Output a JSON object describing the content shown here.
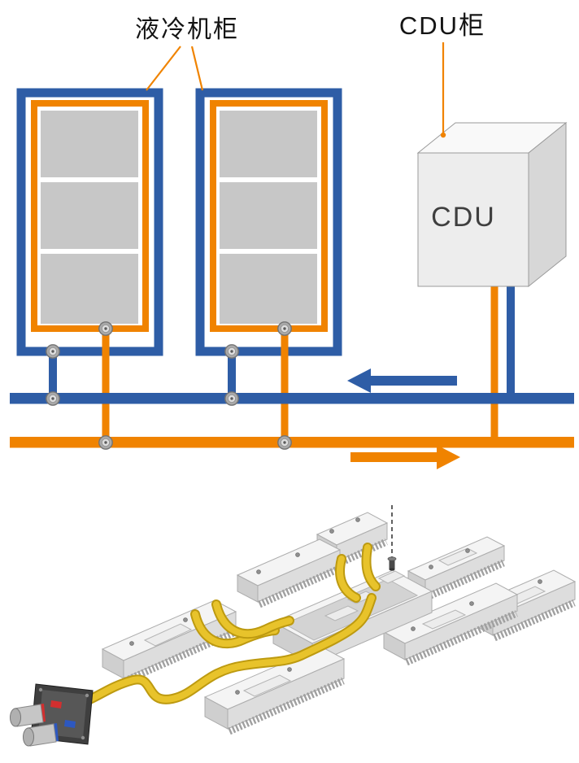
{
  "labels": {
    "liquid_cooling_cabinet": "液冷机柜",
    "cdu_cabinet": "CDU柜",
    "cdu_box": "CDU"
  },
  "flow": {
    "supply_arrow_direction": "left",
    "return_arrow_direction": "right"
  },
  "counts": {
    "liquid_cooled_cabinets": 2,
    "pipe_valves": 8,
    "server_modules": 8,
    "coolant_hoses": 5
  },
  "colors": {
    "supply_blue": "#2e5da6",
    "return_orange": "#f08300",
    "server_block_gray": "#c7c7c7",
    "hose_yellow": "#e8c32b",
    "connector_red": "#d22f2f",
    "connector_blue": "#2d58c0",
    "label_text": "#141414"
  }
}
